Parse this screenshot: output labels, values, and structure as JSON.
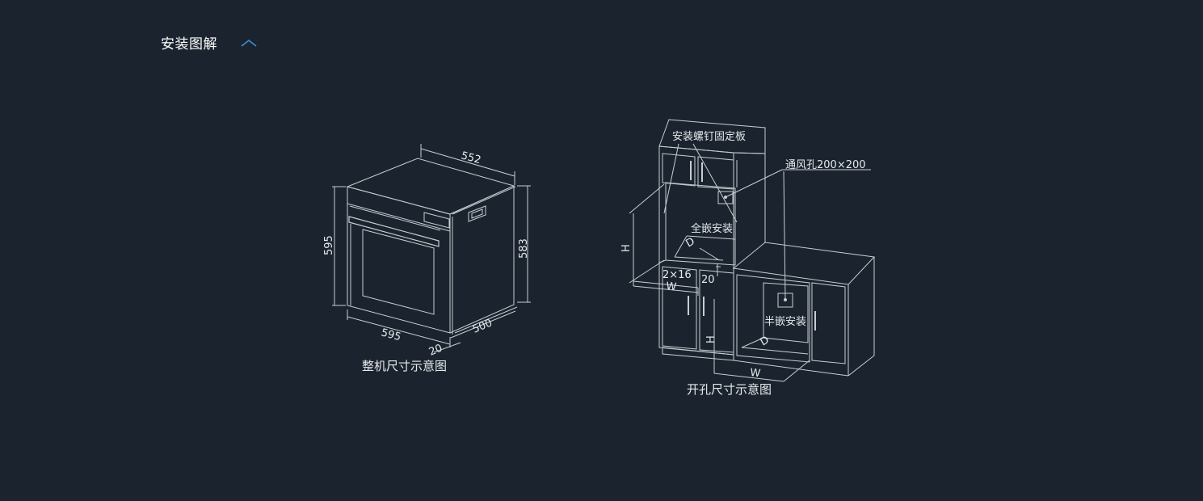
{
  "section": {
    "title": "安装图解",
    "toggle_icon": "chevron-up-icon",
    "accent_color": "#3a8fd0"
  },
  "oven_diagram": {
    "caption": "整机尺寸示意图",
    "dims": {
      "top_width": "552",
      "front_height": "595",
      "side_height": "583",
      "front_width": "595",
      "depth": "500",
      "panel": "20"
    }
  },
  "cutout_diagram": {
    "caption": "开孔尺寸示意图",
    "labels": {
      "plate": "安装螺钉固定板",
      "vent": "通风孔200×200",
      "full": "全嵌安装",
      "half": "半嵌安装"
    },
    "dims": {
      "h1": "H",
      "d1": "D",
      "gap": "2×16",
      "w1": "W",
      "twenty": "20",
      "h2": "H",
      "d2": "D",
      "w2": "W"
    }
  },
  "colors": {
    "background": "#1b242e",
    "line": "#c8cdd2"
  }
}
